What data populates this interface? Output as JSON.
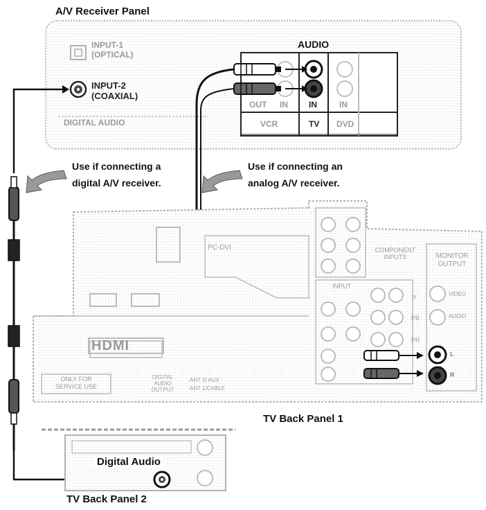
{
  "titles": {
    "receiver_panel": "A/V Receiver Panel",
    "tv_back_panel_1": "TV Back Panel 1",
    "tv_back_panel_2": "TV Back Panel 2"
  },
  "receiver": {
    "input1_line1": "INPUT-1",
    "input1_line2": "(OPTICAL)",
    "input2_line1": "INPUT-2",
    "input2_line2": "(COAXIAL)",
    "digital_audio": "DIGITAL AUDIO",
    "audio_header": "AUDIO",
    "out_label": "OUT",
    "in_label_vcr": "IN",
    "in_label_tv": "IN",
    "in_label_dvd": "IN",
    "vcr": "VCR",
    "tv": "TV",
    "dvd": "DVD"
  },
  "notes": {
    "digital_line1": "Use if connecting a",
    "digital_line2": "digital A/V receiver.",
    "analog_line1": "Use if connecting an",
    "analog_line2": "analog A/V receiver."
  },
  "tv_panel_1": {
    "pc_dvi": "PC-DVI",
    "component_line1": "COMPONENT",
    "component_line2": "INPUTS",
    "monitor_line1": "MONITOR",
    "monitor_line2": "OUTPUT",
    "input": "INPUT",
    "video": "VIDEO",
    "audio": "AUDIO",
    "hdmi": "HDMI",
    "service_line1": "ONLY FOR",
    "service_line2": "SERVICE USE",
    "digital_out_line1": "DIGITAL",
    "digital_out_line2": "AUDIO",
    "digital_out_line3": "OUTPUT",
    "ant_aux": "ANT 2/ AUX",
    "ant_cable": "ANT 1/CABLE",
    "y": "Y",
    "pb": "PB",
    "pr": "PR",
    "l": "L",
    "r": "R"
  },
  "tv_panel_2": {
    "digital_audio": "Digital Audio"
  },
  "colors": {
    "line": "#111111",
    "faint": "#b9b9b9",
    "panel_fill": "#f7f7f7",
    "arrow_fill": "#9a9a9a"
  }
}
